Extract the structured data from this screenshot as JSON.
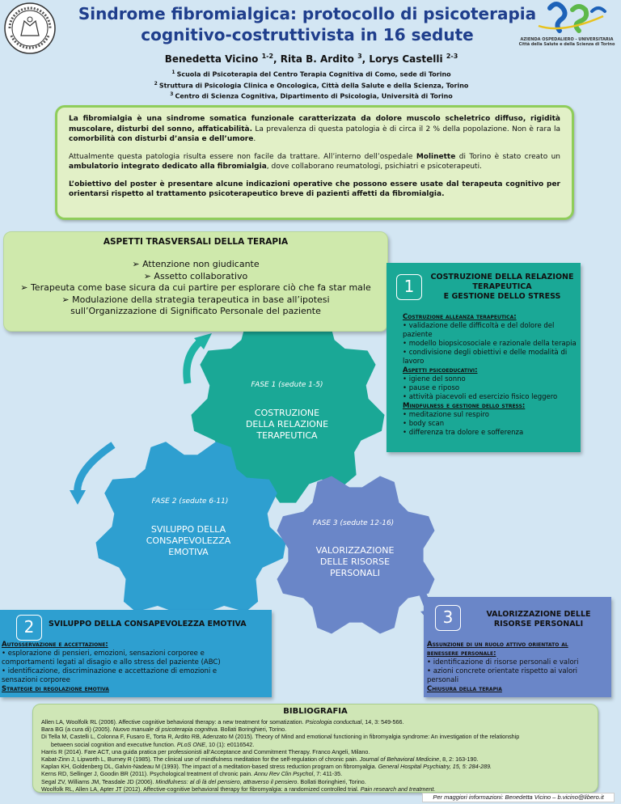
{
  "header": {
    "title_line1": "Sindrome fibromialgica: protocollo di psicoterapia",
    "title_line2": "cognitivo-costruttivista in 16 sedute",
    "authors": [
      {
        "name": "Benedetta Vicino",
        "sup": "1-2"
      },
      {
        "name": "Rita B. Ardito",
        "sup": "3"
      },
      {
        "name": "Lorys Castelli",
        "sup": "2-3"
      }
    ],
    "affiliations": [
      {
        "sup": "1",
        "text": "Scuola di Psicoterapia del Centro Terapia Cognitiva di Como, sede di Torino"
      },
      {
        "sup": "2",
        "text": "Struttura di Psicologia Clinica e Oncologica, Città della Salute e della Scienza, Torino"
      },
      {
        "sup": "3",
        "text": "Centro di Scienza Cognitiva, Dipartimento di Psicologia, Università di Torino"
      }
    ],
    "logo_text_1": "AZIENDA OSPEDALIERO - UNIVERSITARIA",
    "logo_text_2": "Città della Salute e della Scienza di Torino",
    "seal_text": "TAURINENSIS"
  },
  "intro": {
    "p1": [
      {
        "t": "La fibromialgia è una sindrome somatica funzionale caratterizzata da dolore muscolo scheletrico diffuso, rigidità muscolare, disturbi del sonno, affaticabilità.",
        "b": true
      },
      {
        "t": " La prevalenza di questa patologia è di circa il 2 % della popolazione. Non è rara la ",
        "b": false
      },
      {
        "t": "comorbilità con disturbi d’ansia e dell’umore",
        "b": true
      },
      {
        "t": ".",
        "b": false
      }
    ],
    "p2": [
      {
        "t": "Attualmente questa patologia risulta essere non facile da trattare. All’interno dell’ospedale ",
        "b": false
      },
      {
        "t": "Molinette",
        "b": true
      },
      {
        "t": " di Torino è stato creato un ",
        "b": false
      },
      {
        "t": "ambulatorio integrato dedicato alla fibromialgia",
        "b": true
      },
      {
        "t": ", dove collaborano reumatologi, psichiatri e psicoterapeuti.",
        "b": false
      }
    ],
    "p3": [
      {
        "t": "L’obiettivo del poster è presentare alcune indicazioni operative che possono essere usate dal terapeuta cognitivo per orientarsi rispetto al trattamento psicoterapeutico breve di pazienti affetti da fibromialgia.",
        "b": true
      }
    ]
  },
  "aspetti": {
    "title": "ASPETTI TRASVERSALI DELLA TERAPIA",
    "items": [
      "➢ Attenzione non giudicante",
      "➢ Assetto collaborativo",
      "➢ Terapeuta come base sicura da cui partire per esplorare ciò che fa star male",
      "➢ Modulazione della strategia terapeutica in base all’ipotesi",
      "sull’Organizzazione di Significato Personale del paziente"
    ]
  },
  "gears": {
    "g1_phase": "FASE 1 (sedute 1-5)",
    "g1_name": [
      "COSTRUZIONE",
      "DELLA RELAZIONE",
      "TERAPEUTICA"
    ],
    "g2_phase": "FASE 2 (sedute 6-11)",
    "g2_name": [
      "SVILUPPO DELLA",
      "CONSAPEVOLEZZA",
      "EMOTIVA"
    ],
    "g3_phase": "FASE 3 (sedute 12-16)",
    "g3_name": [
      "VALORIZZAZIONE",
      "DELLE RISORSE",
      "PERSONALI"
    ],
    "colors": {
      "g1": "#1aa896",
      "g2": "#2e9fd0",
      "g3": "#6a86c8"
    }
  },
  "box1": {
    "num": "1",
    "title": [
      "COSTRUZIONE DELLA RELAZIONE",
      "TERAPEUTICA",
      "E GESTIONE DELLO STRESS"
    ],
    "lines": [
      {
        "t": "Costruzione alleanza terapeutica:",
        "h": true
      },
      {
        "t": "• validazione delle difficoltà e del dolore del",
        "h": false
      },
      {
        "t": "paziente",
        "h": false
      },
      {
        "t": "• modello biopsicosociale e razionale della terapia",
        "h": false
      },
      {
        "t": "• condivisione degli obiettivi e delle modalità di",
        "h": false
      },
      {
        "t": "lavoro",
        "h": false
      },
      {
        "t": "Aspetti psicoeducativi:",
        "h": true
      },
      {
        "t": "• igiene del sonno",
        "h": false
      },
      {
        "t": "• pause e riposo",
        "h": false
      },
      {
        "t": "• attività piacevoli ed esercizio fisico leggero",
        "h": false
      },
      {
        "t": "Mindfulness e gestione dello stress:",
        "h": true
      },
      {
        "t": "• meditazione sul respiro",
        "h": false
      },
      {
        "t": "• body scan",
        "h": false
      },
      {
        "t": "• differenza tra dolore e sofferenza",
        "h": false
      }
    ]
  },
  "box2": {
    "num": "2",
    "title": "SVILUPPO DELLA CONSAPEVOLEZZA EMOTIVA",
    "lines": [
      {
        "t": "Autosservazione e accettazione:",
        "h": true
      },
      {
        "t": "• esplorazione di pensieri, emozioni, sensazioni corporee e",
        "h": false
      },
      {
        "t": "comportamenti legati al disagio e allo stress del paziente (ABC)",
        "h": false
      },
      {
        "t": "• identificazione, discriminazione e accettazione di emozioni e",
        "h": false
      },
      {
        "t": "sensazioni corporee",
        "h": false
      },
      {
        "t": "Strategie di regolazione emotiva",
        "h": true
      }
    ]
  },
  "box3": {
    "num": "3",
    "title": [
      "VALORIZZAZIONE DELLE",
      "RISORSE PERSONALI"
    ],
    "lines": [
      {
        "t": "Assunzione di un ruolo attivo orientato al",
        "h": true
      },
      {
        "t": "benessere personale:",
        "h": true
      },
      {
        "t": "• identificazione di risorse personali e valori",
        "h": false
      },
      {
        "t": "• azioni concrete orientate rispetto ai valori",
        "h": false
      },
      {
        "t": "personali",
        "h": false
      },
      {
        "t": "Chiusura della terapia",
        "h": true
      }
    ]
  },
  "bibliography": {
    "title": "BIBLIOGRAFIA",
    "refs": [
      {
        "parts": [
          {
            "t": "Allen LA, Woolfolk RL (2006). Affective cognitive behavioral therapy: a new treatment for somatization. ",
            "i": false
          },
          {
            "t": "Psicologia conductual",
            "i": true
          },
          {
            "t": ", 14, 3: 549-566.",
            "i": false
          }
        ]
      },
      {
        "parts": [
          {
            "t": "Bara BG (a cura di) (2005). ",
            "i": false
          },
          {
            "t": "Nuovo manuale di psicoterapia cognitiva",
            "i": true
          },
          {
            "t": ". Bollati Boringhieri, Torino.",
            "i": false
          }
        ]
      },
      {
        "parts": [
          {
            "t": "Di Tella M, Castelli L, Colonna F, Fusaro E, Torta R, Ardito RB, Adenzato M (2015). Theory of Mind and emotional functioning in fibromyalgia syndrome: An investigation of the   relationship",
            "i": false
          }
        ]
      },
      {
        "cont": true,
        "parts": [
          {
            "t": "between social cognition and executive function. ",
            "i": false
          },
          {
            "t": "PLoS ONE",
            "i": true
          },
          {
            "t": ", 10 (1): e0116542.",
            "i": false
          }
        ]
      },
      {
        "parts": [
          {
            "t": "Harris R (2014). Fare ACT, una guida pratica per professionisti all’Acceptance and Commitment Therapy. Franco Angeli, Milano.",
            "i": false
          }
        ]
      },
      {
        "parts": [
          {
            "t": "Kabat-Zinn J, Lipworth L, Burney R (1985). The clinical use of mindfulness meditation for the self-regulation of chronic pain. ",
            "i": false
          },
          {
            "t": "Journal of Behavioral Medicine",
            "i": true
          },
          {
            "t": ", 8, 2: 163-190.",
            "i": false
          }
        ]
      },
      {
        "parts": [
          {
            "t": "Kaplan KH, Goldenberg DL, Galvin-Nadeau M (1993). The  impact of a meditation-based stress reduction program on fibromyalgia. ",
            "i": false
          },
          {
            "t": "General Hospital Psychiatry, 15, 5: 284-289.",
            "i": true
          }
        ]
      },
      {
        "parts": [
          {
            "t": "Kerns RD, Sellinger J, Goodin BR (2011). Psychological treatment of chronic pain. ",
            "i": false
          },
          {
            "t": "Annu Rev Clin Psychol",
            "i": true
          },
          {
            "t": ", 7: 411-35.",
            "i": false
          }
        ]
      },
      {
        "parts": [
          {
            "t": "Segal ZV, Williams JM, Teasdale JD (2006). ",
            "i": false
          },
          {
            "t": "Mindfulness: al di là del pensiero, attraverso il pensiero",
            "i": true
          },
          {
            "t": ". Bollati Boringhieri, Torino.",
            "i": false
          }
        ]
      },
      {
        "parts": [
          {
            "t": "Woolfolk RL, Allen LA, Apter JT (2012). Affective-cognitive behavioral therapy for fibromyalgia: a randomized controlled trial. ",
            "i": false
          },
          {
            "t": "Pain research and treatment.",
            "i": true
          }
        ]
      }
    ]
  },
  "footer": "Per maggiori informazioni: Benedetta Vicino – b.vicino@libero.it"
}
